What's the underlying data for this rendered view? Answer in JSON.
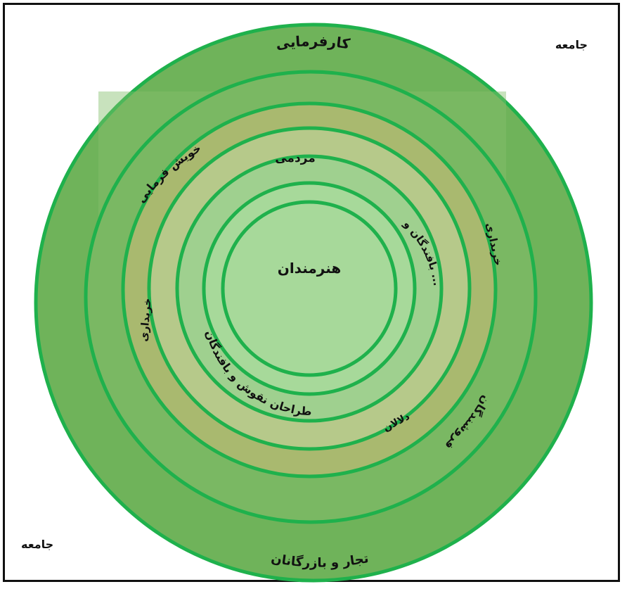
{
  "corners": {
    "top_right": "جامعه",
    "bottom_left": "جامعه"
  },
  "labels": {
    "patrons": "کارفرمایی",
    "relatives": "خویش فرمایی",
    "people": "مردمی",
    "center": "هنرمندان",
    "buyers_right": "خریداری",
    "buyers_left": "خریداری",
    "designers": "طراحان نقوش و بافندگان",
    "weavers": "بافندگان و ...",
    "brokers": "دلالان",
    "dealers_right": "فروشندگان",
    "bottom_ring": "تجار و بازرگانان"
  },
  "colors": {
    "outer": "#6fb35a",
    "ring2": "#7ab863",
    "ring3": "#a9b96f",
    "ring4": "#b6c98a",
    "ring5": "#9fd08f",
    "inner": "#a7d99a",
    "line": "#1fb14c"
  }
}
